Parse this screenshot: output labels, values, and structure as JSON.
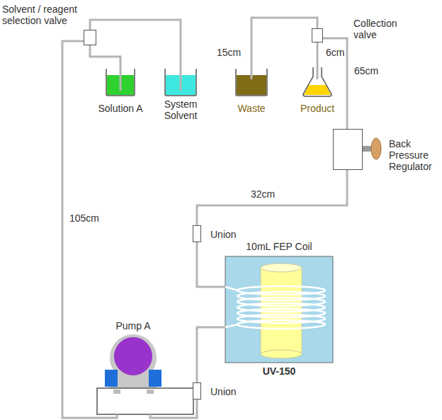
{
  "diagram": {
    "nodes": [
      {
        "text": [
          "Solvent / reagent selection valve"
        ]
      },
      {
        "text": [
          "Solution A"
        ]
      },
      {
        "text": [
          "System Solvent"
        ]
      },
      {
        "text": [
          "Waste"
        ]
      },
      {
        "text": [
          "Collection valve"
        ]
      },
      {
        "text": [
          "Product"
        ]
      },
      {
        "text": [
          "Back Pressure Regulator"
        ]
      },
      {
        "text": [
          "Union"
        ]
      },
      {
        "text": [
          "10mL FEP Coil",
          "UV-150"
        ]
      },
      {
        "text": [
          "Pump A"
        ]
      },
      {
        "text": [
          "Union"
        ]
      }
    ],
    "edges": [
      {
        "from": 0,
        "to": 1,
        "arrow": "none"
      },
      {
        "from": 0,
        "to": 2,
        "arrow": "none"
      },
      {
        "from": 0,
        "to": 9,
        "arrow": "none",
        "label": "105cm"
      },
      {
        "from": 9,
        "to": 10,
        "arrow": "none"
      },
      {
        "from": 10,
        "to": 8,
        "arrow": "none"
      },
      {
        "from": 8,
        "to": 7,
        "arrow": "none"
      },
      {
        "from": 7,
        "to": 6,
        "arrow": "none",
        "label": "32cm"
      },
      {
        "from": 6,
        "to": 4,
        "arrow": "none",
        "label": "65cm"
      },
      {
        "from": 4,
        "to": 3,
        "arrow": "none",
        "label": "15cm"
      },
      {
        "from": 4,
        "to": 5,
        "arrow": "none",
        "label": "6cm"
      }
    ]
  }
}
